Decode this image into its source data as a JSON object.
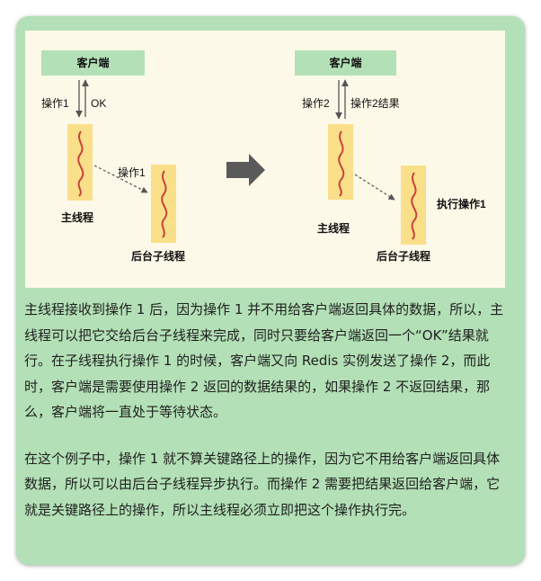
{
  "figure": {
    "left": {
      "client_label": "客户端",
      "op1_label": "操作1",
      "ok_label": "OK",
      "bg_op1_label": "操作1",
      "main_thread_label": "主线程",
      "bg_thread_label": "后台子线程"
    },
    "right": {
      "client_label": "客户端",
      "op2_label": "操作2",
      "op2_result_label": "操作2结果",
      "exec_op1_label": "执行操作1",
      "main_thread_label": "主线程",
      "bg_thread_label": "后台子线程"
    },
    "colors": {
      "client_box": "#b3e0b6",
      "thread_box": "#fadf8a",
      "squiggle": "#c8433c",
      "arrow": "#555555",
      "figure_bg": "#fdf9e8",
      "card_bg": "#b3e0b6"
    },
    "arrow_icon": "right-arrow-icon"
  },
  "paragraphs": [
    "主线程接收到操作 1 后，因为操作 1 并不用给客户端返回具体的数据，所以，主线程可以把它交给后台子线程来完成，同时只要给客户端返回一个“OK”结果就行。在子线程执行操作 1 的时候，客户端又向 Redis 实例发送了操作 2，而此时，客户端是需要使用操作 2 返回的数据结果的，如果操作 2 不返回结果，那么，客户端将一直处于等待状态。",
    "在这个例子中，操作 1 就不算关键路径上的操作，因为它不用给客户端返回具体数据，所以可以由后台子线程异步执行。而操作 2 需要把结果返回给客户端，它就是关键路径上的操作，所以主线程必须立即把这个操作执行完。"
  ]
}
